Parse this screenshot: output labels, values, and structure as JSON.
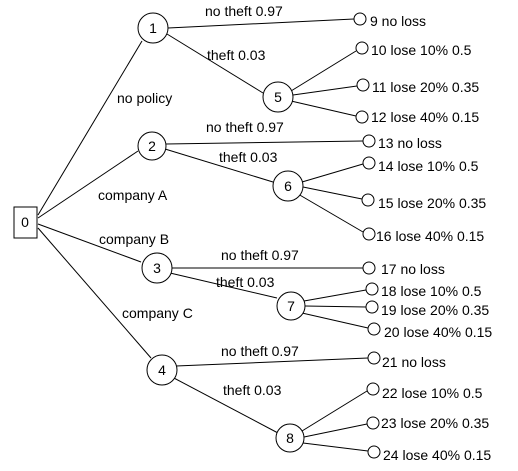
{
  "tree": {
    "root": "0",
    "decision_nodes": [
      "1",
      "2",
      "3",
      "4"
    ],
    "chance_nodes": [
      "5",
      "6",
      "7",
      "8"
    ],
    "policy_labels": [
      "no policy",
      "company A",
      "company B",
      "company C"
    ],
    "no_theft_labels": [
      "no theft 0.97",
      "no theft 0.97",
      "no theft 0.97",
      "no theft 0.97"
    ],
    "theft_labels": [
      "theft 0.03",
      "theft 0.03",
      "theft 0.03",
      "theft 0.03"
    ],
    "no_loss_labels": [
      "9 no loss",
      "13 no loss",
      "17 no loss",
      "21 no loss"
    ],
    "loss_labels": [
      [
        "10 lose 10% 0.5",
        "11 lose 20% 0.35",
        "12 lose 40% 0.15"
      ],
      [
        "14 lose 10% 0.5",
        "15 lose 20% 0.35",
        "16 lose 40% 0.15"
      ],
      [
        "18 lose 10% 0.5",
        "19 lose 20% 0.35",
        "20 lose 40% 0.15"
      ],
      [
        "22 lose 10% 0.5",
        "23 lose 20% 0.35",
        "24 lose 40% 0.15"
      ]
    ]
  }
}
